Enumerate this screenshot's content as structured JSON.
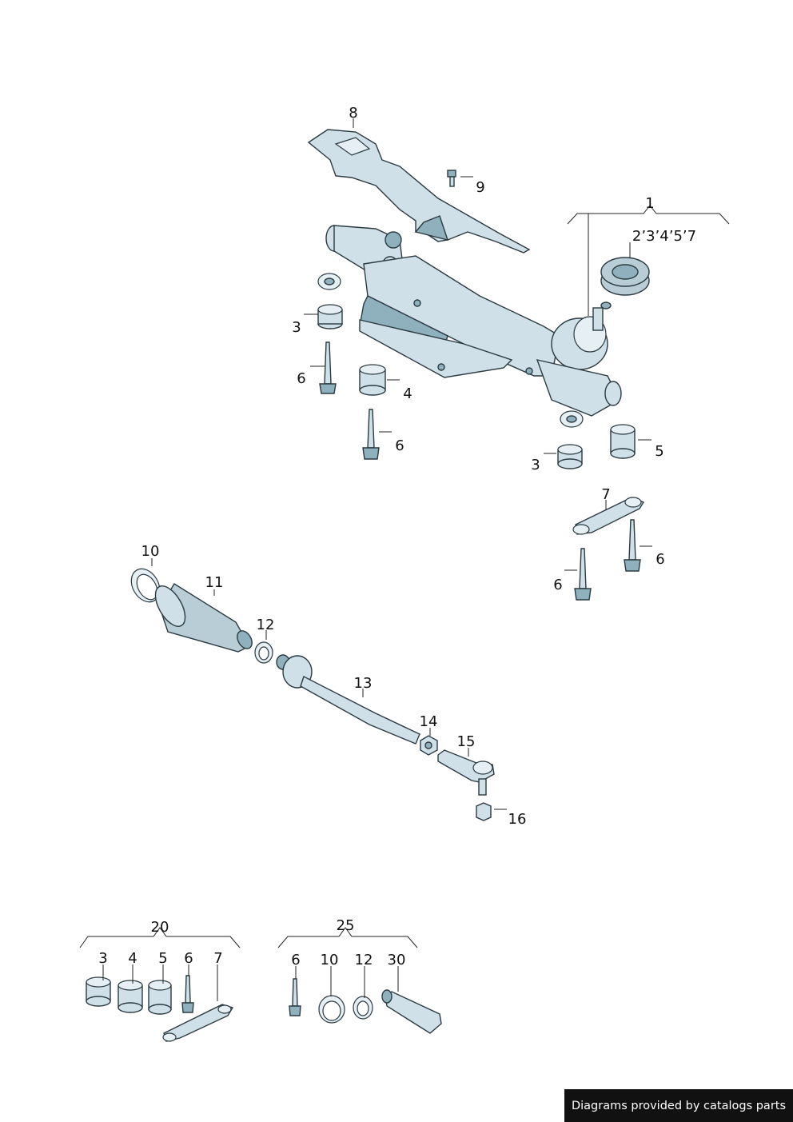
{
  "callouts": {
    "c1": "1",
    "c2345_7": "2’3’4’5’7",
    "c8": "8",
    "c9": "9",
    "c3a": "3",
    "c3b": "3",
    "c4": "4",
    "c5": "5",
    "c6a": "6",
    "c6b": "6",
    "c6c": "6",
    "c6d": "6",
    "c7": "7",
    "c10": "10",
    "c11": "11",
    "c12": "12",
    "c13": "13",
    "c14": "14",
    "c15": "15",
    "c16": "16"
  },
  "kit20": {
    "label": "20",
    "items": [
      "3",
      "4",
      "5",
      "6",
      "7"
    ]
  },
  "kit25": {
    "label": "25",
    "items": [
      "6",
      "10",
      "12",
      "30"
    ]
  },
  "footer": {
    "text": "Diagrams provided by catalogs parts"
  },
  "colors": {
    "part_fill": "#cfe0e8",
    "part_dark": "#8fb0bd",
    "outline": "#2a3a40",
    "footer_bg": "#111111"
  }
}
